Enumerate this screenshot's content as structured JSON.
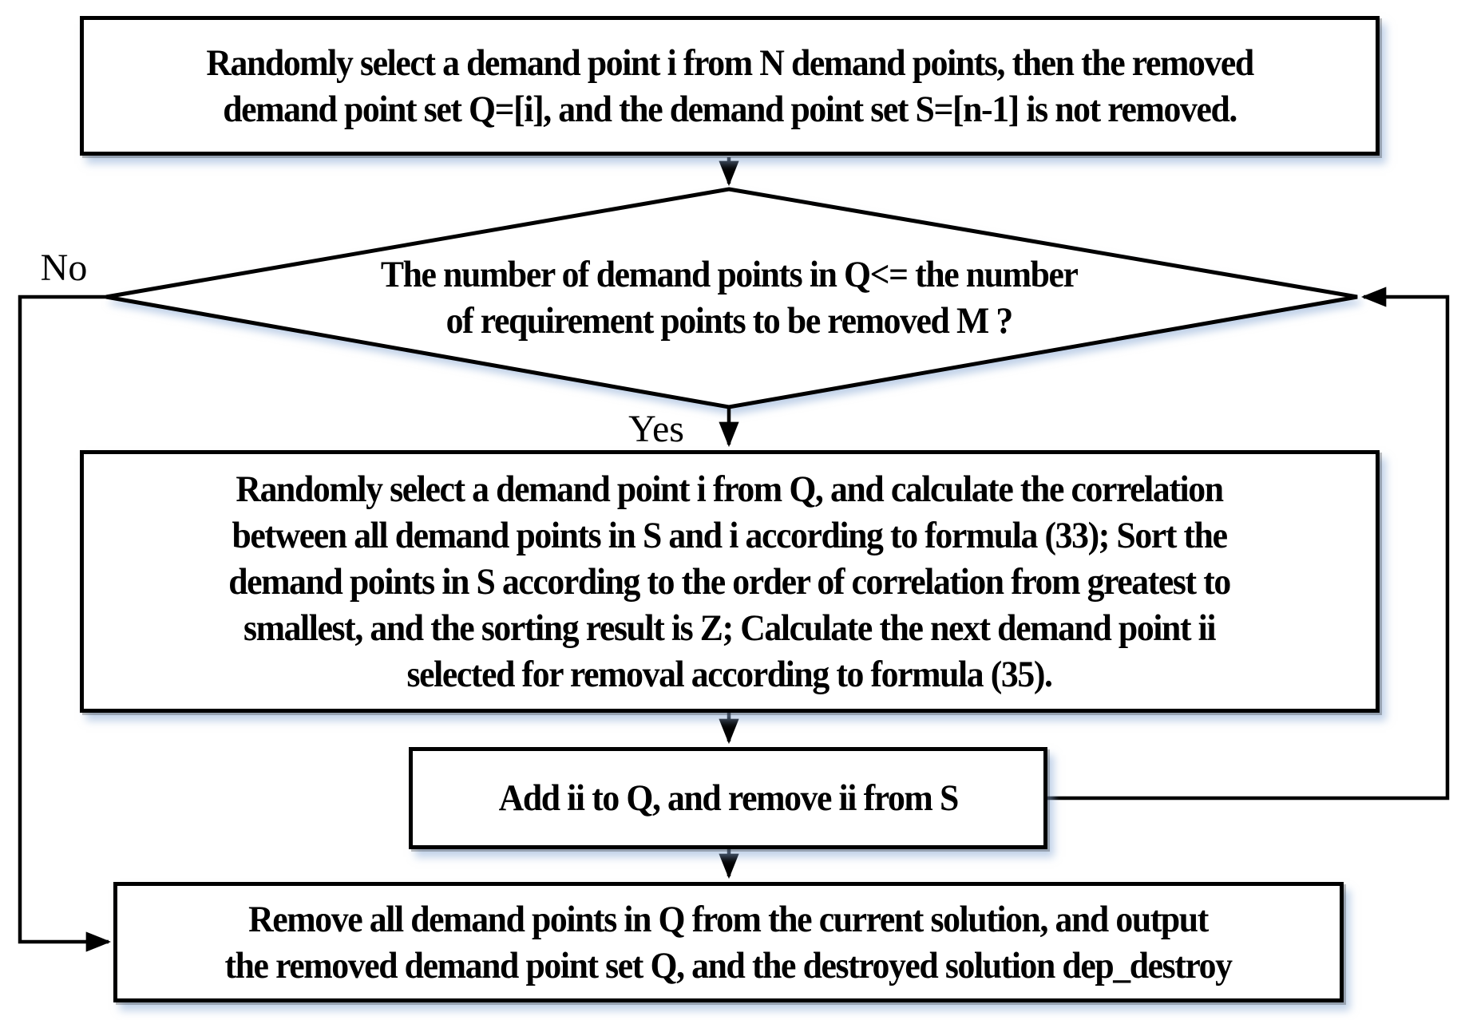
{
  "diagram": {
    "colors": {
      "stroke": "#000000",
      "background": "#ffffff",
      "shadow": "#8cacd6"
    },
    "labels": {
      "no": "No",
      "yes": "Yes"
    },
    "nodes": {
      "start": {
        "lines": [
          "Randomly select a demand point i from N demand points, then the removed",
          "demand point set Q=[i], and the demand point set S=[n-1] is not removed."
        ]
      },
      "decision": {
        "lines": [
          "The number of demand points in Q<= the number",
          "of requirement points to be removed M ?"
        ]
      },
      "calc": {
        "lines": [
          "Randomly select a demand point i from Q, and calculate the correlation",
          "between all demand points in S and i according to formula (33); Sort the",
          "demand points in S according to the order of correlation from greatest to",
          "smallest, and the sorting result is Z; Calculate the next demand point ii",
          "selected for removal according to formula (35)."
        ]
      },
      "add": {
        "lines": [
          "Add ii to Q, and remove ii from S"
        ]
      },
      "output": {
        "lines": [
          "Remove all demand points in Q from the current solution, and output",
          "the removed demand point set Q, and the destroyed solution dep_destroy"
        ]
      }
    }
  }
}
